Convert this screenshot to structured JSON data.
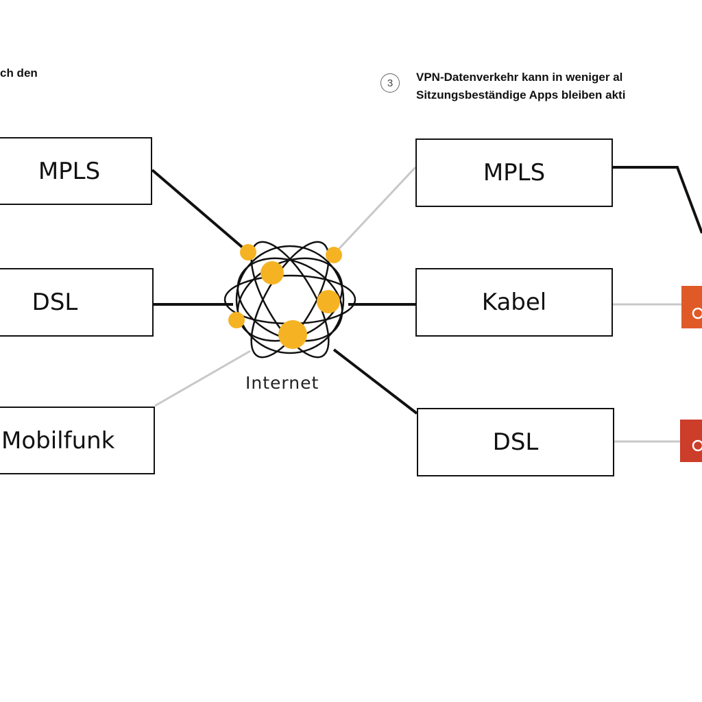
{
  "captions": {
    "left_text": "ch den",
    "right_step": "3",
    "right_line1": "VPN-Datenverkehr kann in weniger al",
    "right_line2": "Sitzungsbeständige Apps bleiben akti"
  },
  "left_links": [
    {
      "label": "MPLS",
      "status": "active"
    },
    {
      "label": "DSL",
      "status": "active"
    },
    {
      "label": "Mobilfunk",
      "status": "inactive"
    }
  ],
  "internet": {
    "label": "Internet"
  },
  "right_links": [
    {
      "label": "MPLS",
      "status": "inactive"
    },
    {
      "label": "Kabel",
      "status": "active"
    },
    {
      "label": "DSL",
      "status": "active"
    }
  ],
  "routers": [
    {
      "icon": "router-icon",
      "color": "#e05a28"
    },
    {
      "icon": "router-icon",
      "color": "#cc3d2a"
    }
  ],
  "colors": {
    "active_line": "#111111",
    "inactive_line": "#c8c8c8",
    "node": "#f5b324"
  }
}
